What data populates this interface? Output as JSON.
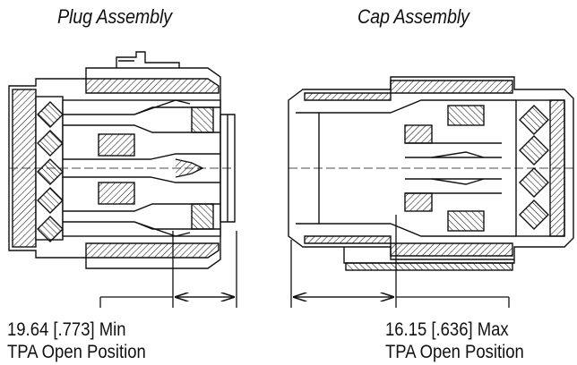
{
  "titles": {
    "plug": "Plug Assembly",
    "cap": "Cap Assembly"
  },
  "dimensions": {
    "plug": {
      "value": "19.64 [.773] Min",
      "note": "TPA Open Position"
    },
    "cap": {
      "value": "16.15 [.636] Max",
      "note": "TPA Open Position"
    }
  }
}
